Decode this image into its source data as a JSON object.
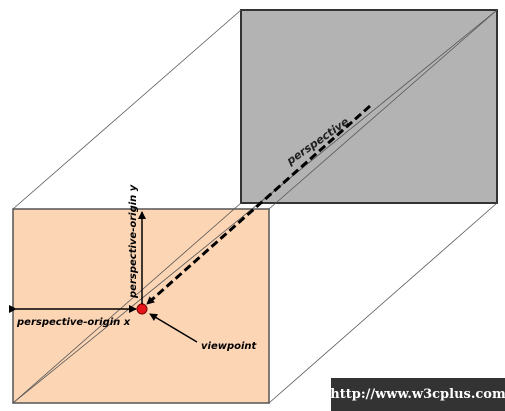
{
  "labels": {
    "perspective": "perspective",
    "origin_y": "perspective-origin y",
    "origin_x": "perspective-origin x",
    "viewpoint": "viewpoint"
  },
  "watermark": "http://www.w3cplus.com",
  "colors": {
    "back_face": "#b3b3b3",
    "front_face": "#fcd5b4",
    "viewpoint_dot": "#e8161b",
    "outline": "#333333"
  }
}
